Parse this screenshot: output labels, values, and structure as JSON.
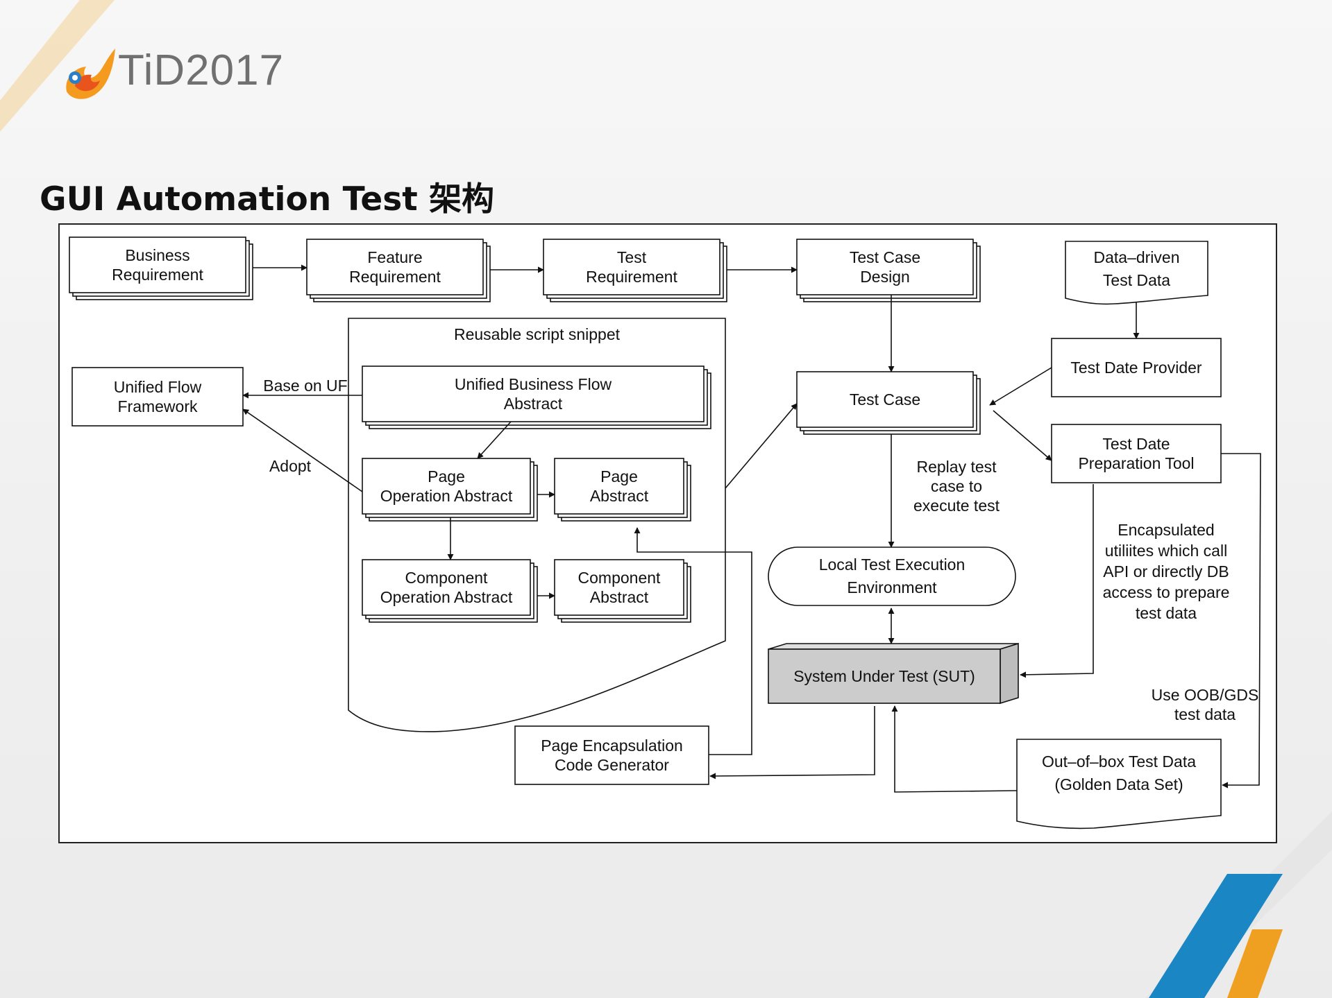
{
  "logo": {
    "text": "TiD2017"
  },
  "title": "GUI Automation Test 架构",
  "diagram": {
    "business_requirement": "Business\nRequirement",
    "feature_requirement": "Feature\nRequirement",
    "test_requirement": "Test\nRequirement",
    "test_case_design": "Test Case\nDesign",
    "data_driven_test_data": "Data–driven\nTest Data",
    "reusable_snippet_title": "Reusable script snippet",
    "unified_flow_framework": "Unified Flow\nFramework",
    "unified_business_flow_abstract": "Unified Business Flow\nAbstract",
    "page_operation_abstract": "Page\nOperation Abstract",
    "page_abstract": "Page\nAbstract",
    "component_operation_abstract": "Component\nOperation Abstract",
    "component_abstract": "Component\nAbstract",
    "test_case": "Test Case",
    "test_date_provider": "Test Date Provider",
    "test_date_preparation_tool": "Test Date\nPreparation Tool",
    "local_test_execution_environment": "Local Test Execution\nEnvironment",
    "system_under_test": "System Under Test (SUT)",
    "page_encapsulation_code_generator": "Page Encapsulation\nCode Generator",
    "out_of_box_test_data": "Out–of–box Test Data\n(Golden Data Set)",
    "label_base_on_uf": "Base on UF",
    "label_adopt": "Adopt",
    "label_replay": "Replay test\ncase to\nexecute test",
    "label_encapsulated": "Encapsulated\nutiliites which call\nAPI or directly DB\naccess to prepare\ntest data",
    "label_use_oob": "Use OOB/GDS\ntest data"
  },
  "colors": {
    "sut_fill": "#cccccc",
    "sut_top": "#dedede",
    "stroke": "#111111",
    "accent_orange": "#f0a020",
    "accent_blue": "#1a86c4"
  }
}
